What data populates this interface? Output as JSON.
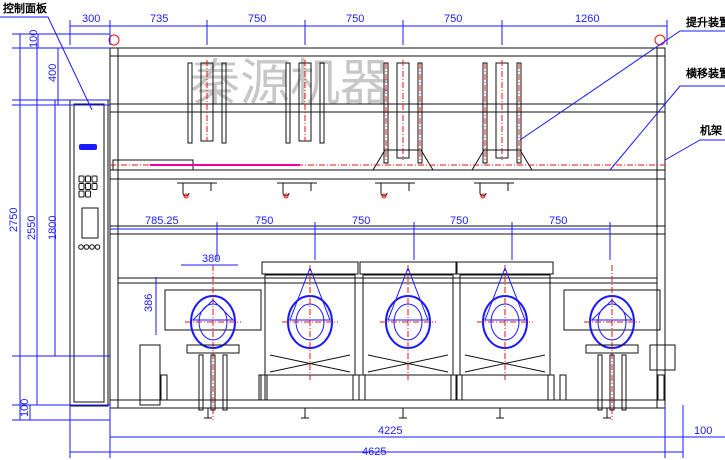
{
  "labels": {
    "control_panel": "控制面板",
    "lifting_device": "提升装置",
    "traverse_device": "横移装置",
    "frame": "机架"
  },
  "watermark": "秦源机器",
  "dimensions": {
    "top": [
      "300",
      "735",
      "750",
      "750",
      "750",
      "1260"
    ],
    "middle": [
      "785.25",
      "750",
      "750",
      "750",
      "750"
    ],
    "left": {
      "overall_height": "2750",
      "frame_height": "2550",
      "panel_height": "1800",
      "top_offset": "100",
      "upper_beam": "400",
      "foot": "100"
    },
    "station_width": "380",
    "station_height": "386",
    "bottom_frame_width": "4225",
    "bottom_overall_width": "4625",
    "bottom_right_offset": "100"
  },
  "colors": {
    "dimension": "#1a1aff",
    "centerline": "#e11111",
    "outline": "#111111"
  }
}
